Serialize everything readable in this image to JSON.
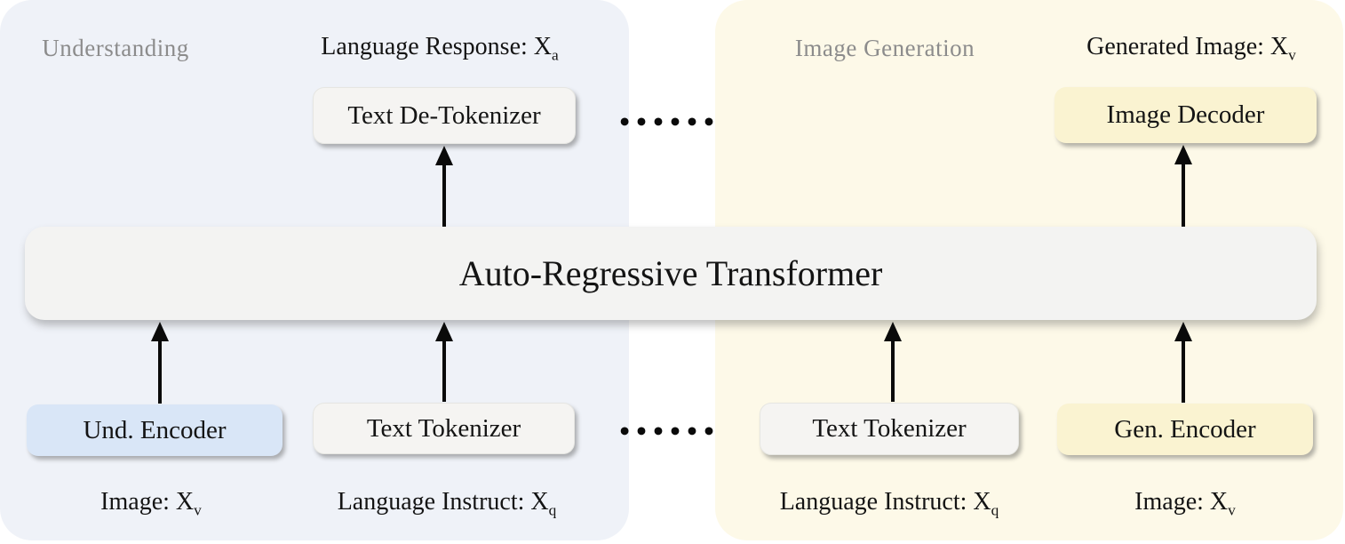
{
  "colors": {
    "background": "#ffffff",
    "understanding_panel_bg": "#eff2f8",
    "generation_panel_bg": "#fdf9e8",
    "neutral_box_bg": "#f5f4f2",
    "transformer_bar_bg": "#f3f3f2",
    "understanding_encoder_bg": "#d9e6f7",
    "generation_box_bg": "#faf3d1",
    "panel_title_color": "#8c8c8c",
    "text_color": "#141414",
    "arrow_color": "#0a0a0a"
  },
  "panels": {
    "understanding": {
      "title": "Understanding"
    },
    "generation": {
      "title": "Image Generation"
    }
  },
  "labels": {
    "language_response": {
      "text": "Language Response: X",
      "sub": "a"
    },
    "generated_image": {
      "text": "Generated Image: X",
      "sub": "v"
    },
    "image_left": {
      "text": "Image: X",
      "sub": "v"
    },
    "instruct_left": {
      "text": "Language Instruct: X",
      "sub": "q"
    },
    "instruct_right": {
      "text": "Language Instruct: X",
      "sub": "q"
    },
    "image_right": {
      "text": "Image: X",
      "sub": "v"
    }
  },
  "boxes": {
    "text_detokenizer": "Text De-Tokenizer",
    "image_decoder": "Image Decoder",
    "transformer": "Auto-Regressive Transformer",
    "und_encoder": "Und. Encoder",
    "text_tokenizer_left": "Text Tokenizer",
    "text_tokenizer_right": "Text Tokenizer",
    "gen_encoder": "Gen. Encoder"
  },
  "ellipsis": {
    "top": "••••••",
    "bottom": "••••••"
  }
}
